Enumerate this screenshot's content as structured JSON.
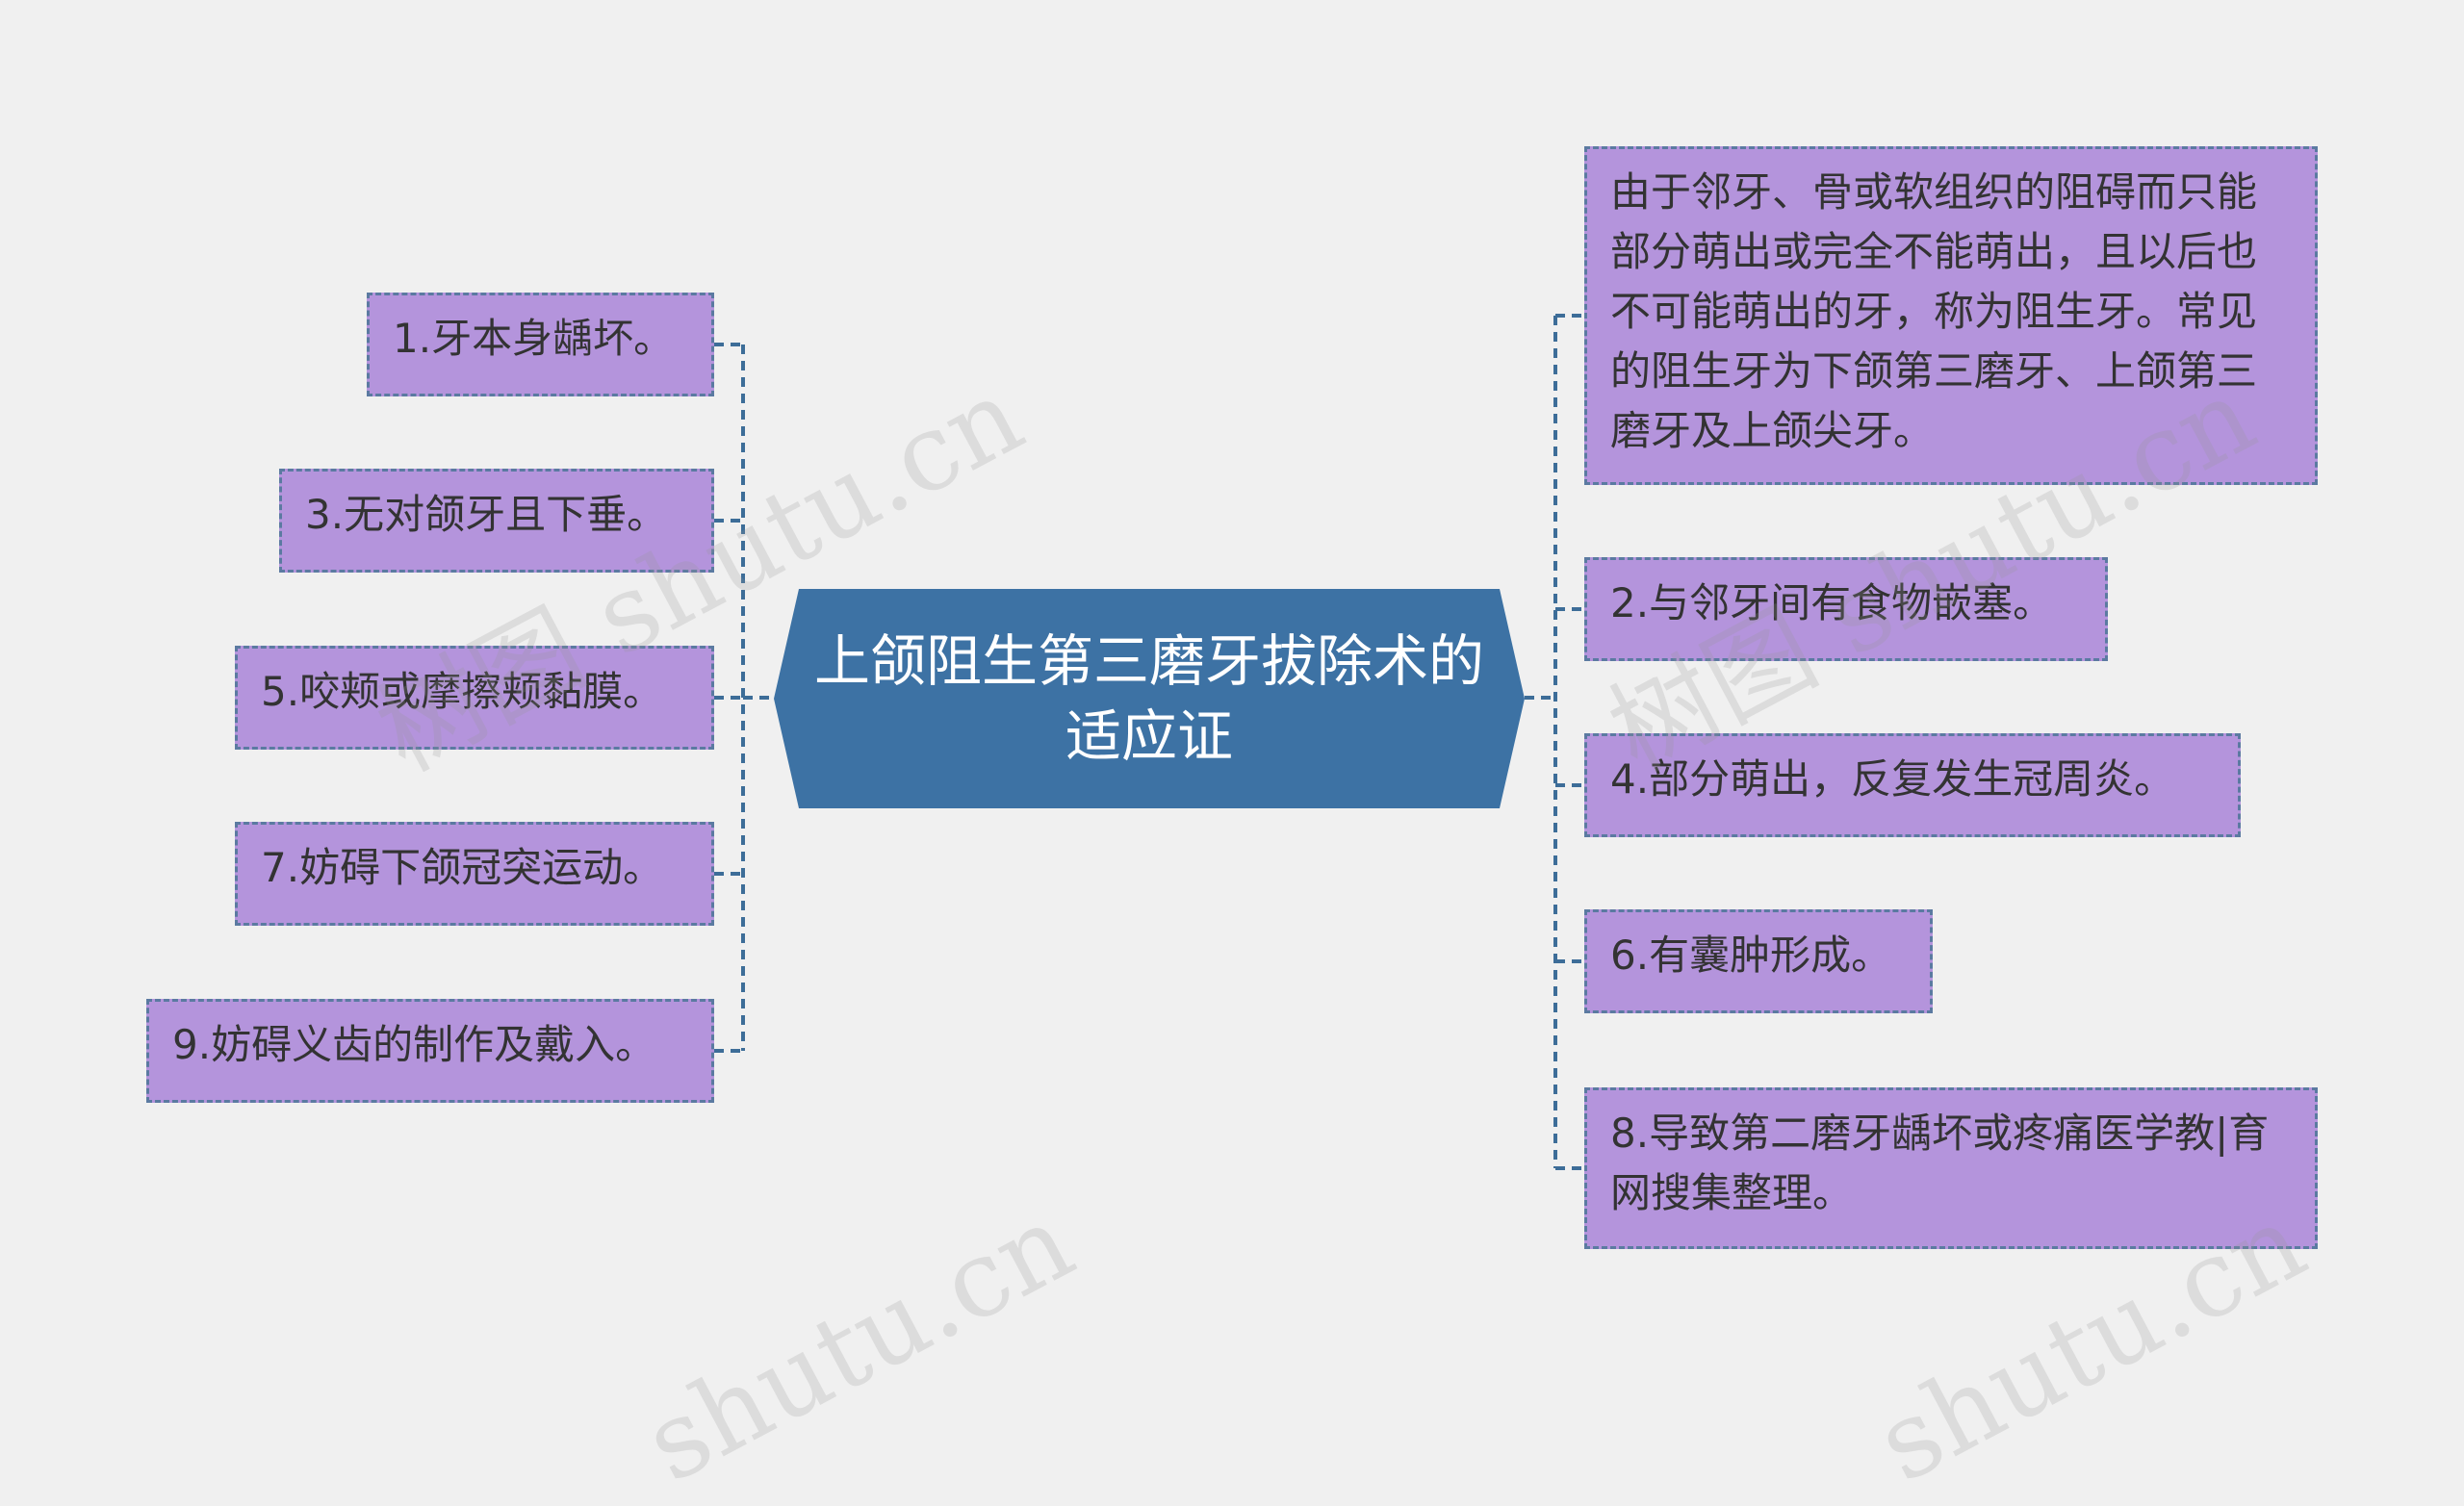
{
  "center": {
    "title": "上颌阻生第三磨牙拔除术的适应证"
  },
  "left_nodes": [
    {
      "text": "1.牙本身龋坏。"
    },
    {
      "text": "3.无对颌牙且下垂。"
    },
    {
      "text": "5.咬颊或摩擦颊黏膜。"
    },
    {
      "text": "7.妨碍下颌冠突运动。"
    },
    {
      "text": "9.妨碍义齿的制作及戴入。"
    }
  ],
  "right_nodes": [
    {
      "text": "由于邻牙、骨或软组织的阻碍而只能部分萌出或完全不能萌出，且以后也不可能萌出的牙，称为阻生牙。常见的阻生牙为下颌第三磨牙、上颌第三磨牙及上颌尖牙。"
    },
    {
      "text": "2.与邻牙间有食物嵌塞。"
    },
    {
      "text": "4.部分萌出，反复发生冠周炎。"
    },
    {
      "text": "6.有囊肿形成。"
    },
    {
      "text": "8.导致第二磨牙龋坏或疼痛医学教|育网搜集整理。"
    }
  ],
  "watermarks": [
    "树图 shutu.cn",
    "树图 shutu.cn",
    "shutu.cn",
    "shutu.cn"
  ],
  "colors": {
    "background": "#f0f0f0",
    "center_fill": "#3d72a4",
    "node_fill": "#b494dc",
    "node_border": "#5b7aa1",
    "connector": "#3d6d98"
  }
}
